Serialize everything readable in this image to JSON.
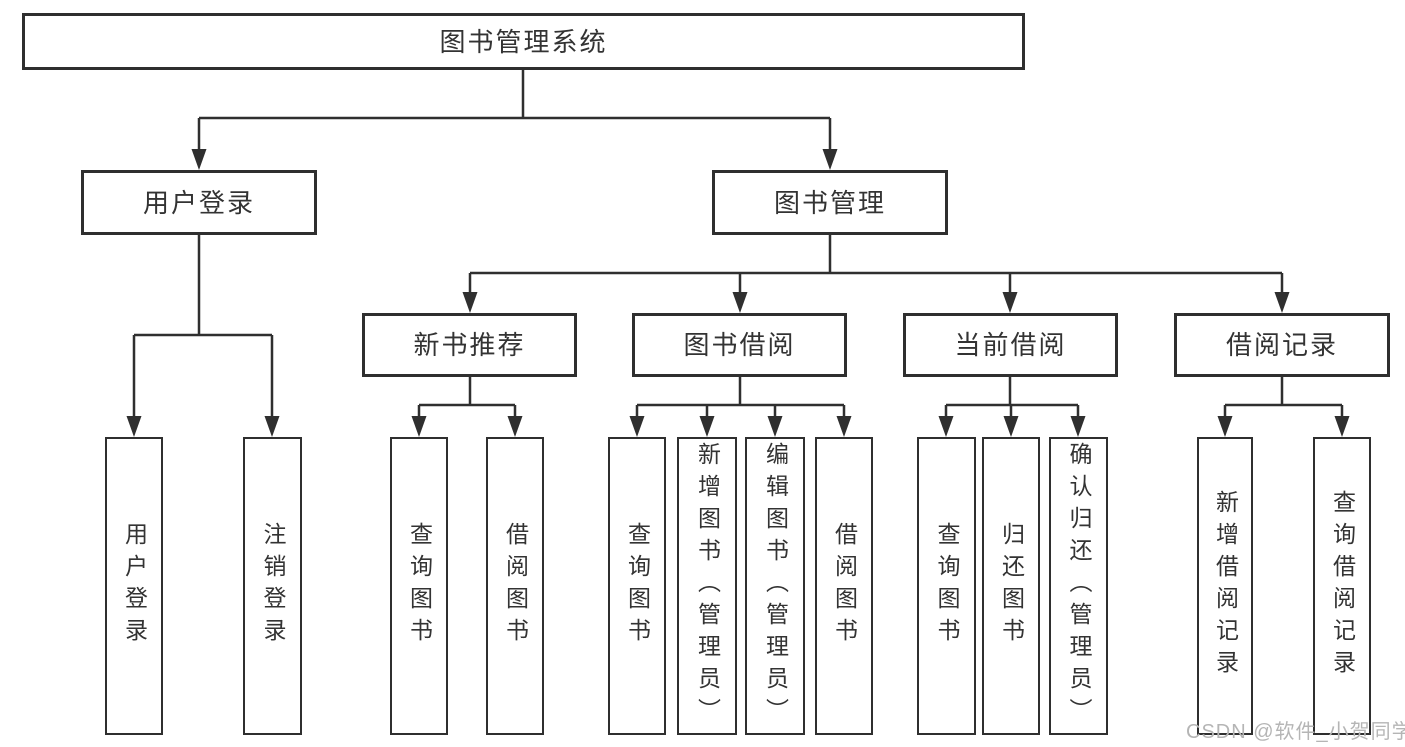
{
  "diagram": {
    "root": {
      "label": "图书管理系统"
    },
    "level2": [
      {
        "label": "用户登录",
        "parent": "图书管理系统"
      },
      {
        "label": "图书管理",
        "parent": "图书管理系统"
      }
    ],
    "level3": [
      {
        "label": "新书推荐",
        "parent": "图书管理"
      },
      {
        "label": "图书借阅",
        "parent": "图书管理"
      },
      {
        "label": "当前借阅",
        "parent": "图书管理"
      },
      {
        "label": "借阅记录",
        "parent": "图书管理"
      }
    ],
    "leaves": [
      {
        "label": "用户登录",
        "parent": "用户登录"
      },
      {
        "label": "注销登录",
        "parent": "用户登录"
      },
      {
        "label": "查询图书",
        "parent": "新书推荐"
      },
      {
        "label": "借阅图书",
        "parent": "新书推荐"
      },
      {
        "label": "查询图书",
        "parent": "图书借阅"
      },
      {
        "label": "新增图书（管理员）",
        "parent": "图书借阅"
      },
      {
        "label": "编辑图书（管理员）",
        "parent": "图书借阅"
      },
      {
        "label": "借阅图书",
        "parent": "图书借阅"
      },
      {
        "label": "查询图书",
        "parent": "当前借阅"
      },
      {
        "label": "归还图书",
        "parent": "当前借阅"
      },
      {
        "label": "确认归还（管理员）",
        "parent": "当前借阅"
      },
      {
        "label": "新增借阅记录",
        "parent": "借阅记录"
      },
      {
        "label": "查询借阅记录",
        "parent": "借阅记录"
      }
    ]
  },
  "watermark": {
    "text": "CSDN @软件_小贺同学"
  },
  "colors": {
    "line": "#2f2f2f",
    "text": "#333333",
    "background": "#ffffff",
    "watermark": "#b5b5b5"
  }
}
